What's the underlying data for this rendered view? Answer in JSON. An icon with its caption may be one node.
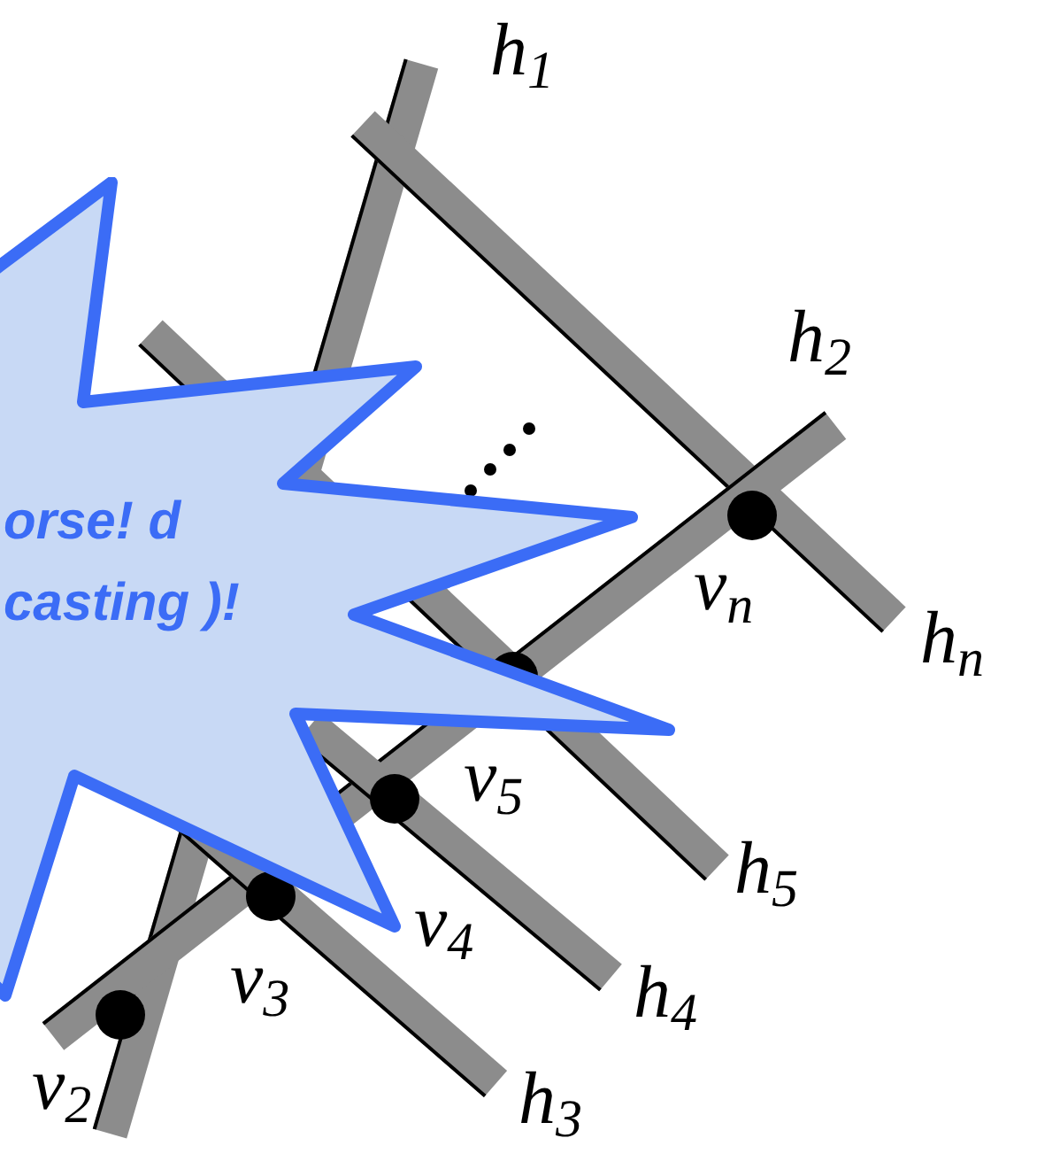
{
  "diagram": {
    "nodes": [
      {
        "text": [
          "orse! d casting )!"
        ]
      }
    ],
    "edges": [],
    "labels": [
      "*h*$_{1}$",
      "*h*$_{2}$",
      "*v*$_{n}$",
      "*h*$_{n}$",
      "*v*$_{5}$",
      "*h*$_{5}$",
      "*v*$_{4}$",
      "*v*$_{2}$",
      "*v*$_{3}$",
      "*h*$_{4}$",
      "*h*$_{3}$"
    ]
  }
}
